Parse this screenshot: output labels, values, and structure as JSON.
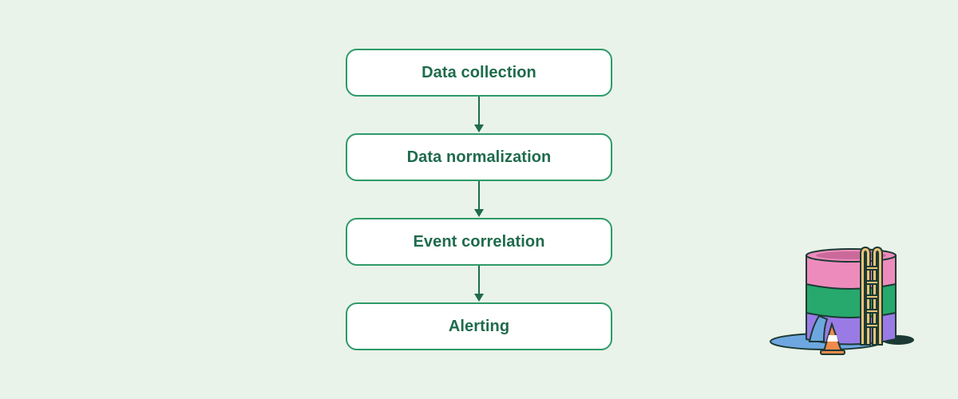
{
  "diagram": {
    "steps": [
      {
        "label": "Data collection"
      },
      {
        "label": "Data normalization"
      },
      {
        "label": "Event correlation"
      },
      {
        "label": "Alerting"
      }
    ],
    "colors": {
      "background": "#e9f3e9",
      "box_border": "#2e9a68",
      "text": "#1f6b4c",
      "arrow": "#1f6b4c"
    }
  },
  "illustration": {
    "name": "database-cylinder-with-ladder-illustration",
    "colors": [
      "#ee8bbd",
      "#27a86c",
      "#9a7be6",
      "#6ea7e0",
      "#e9c27a",
      "#f08a4b"
    ]
  }
}
